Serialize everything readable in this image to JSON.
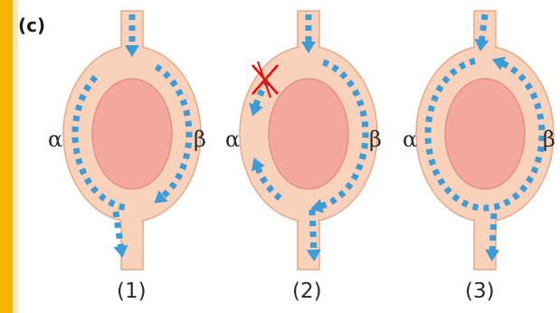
{
  "panel_label": "(c)",
  "colors": {
    "vessel": "#f8d2bb",
    "outline": "#eba786",
    "cell": "#f2a89c",
    "cell_outline": "#e59181",
    "arrow": "#3d9cd6",
    "block": "#ff0000",
    "sidebar": "#f7b500"
  },
  "diagrams": [
    {
      "caption": "(1)",
      "alpha": "α",
      "beta": "β",
      "blocked": false
    },
    {
      "caption": "(2)",
      "alpha": "α",
      "beta": "β",
      "blocked": true
    },
    {
      "caption": "(3)",
      "alpha": "α",
      "beta": "β",
      "blocked": false
    }
  ]
}
